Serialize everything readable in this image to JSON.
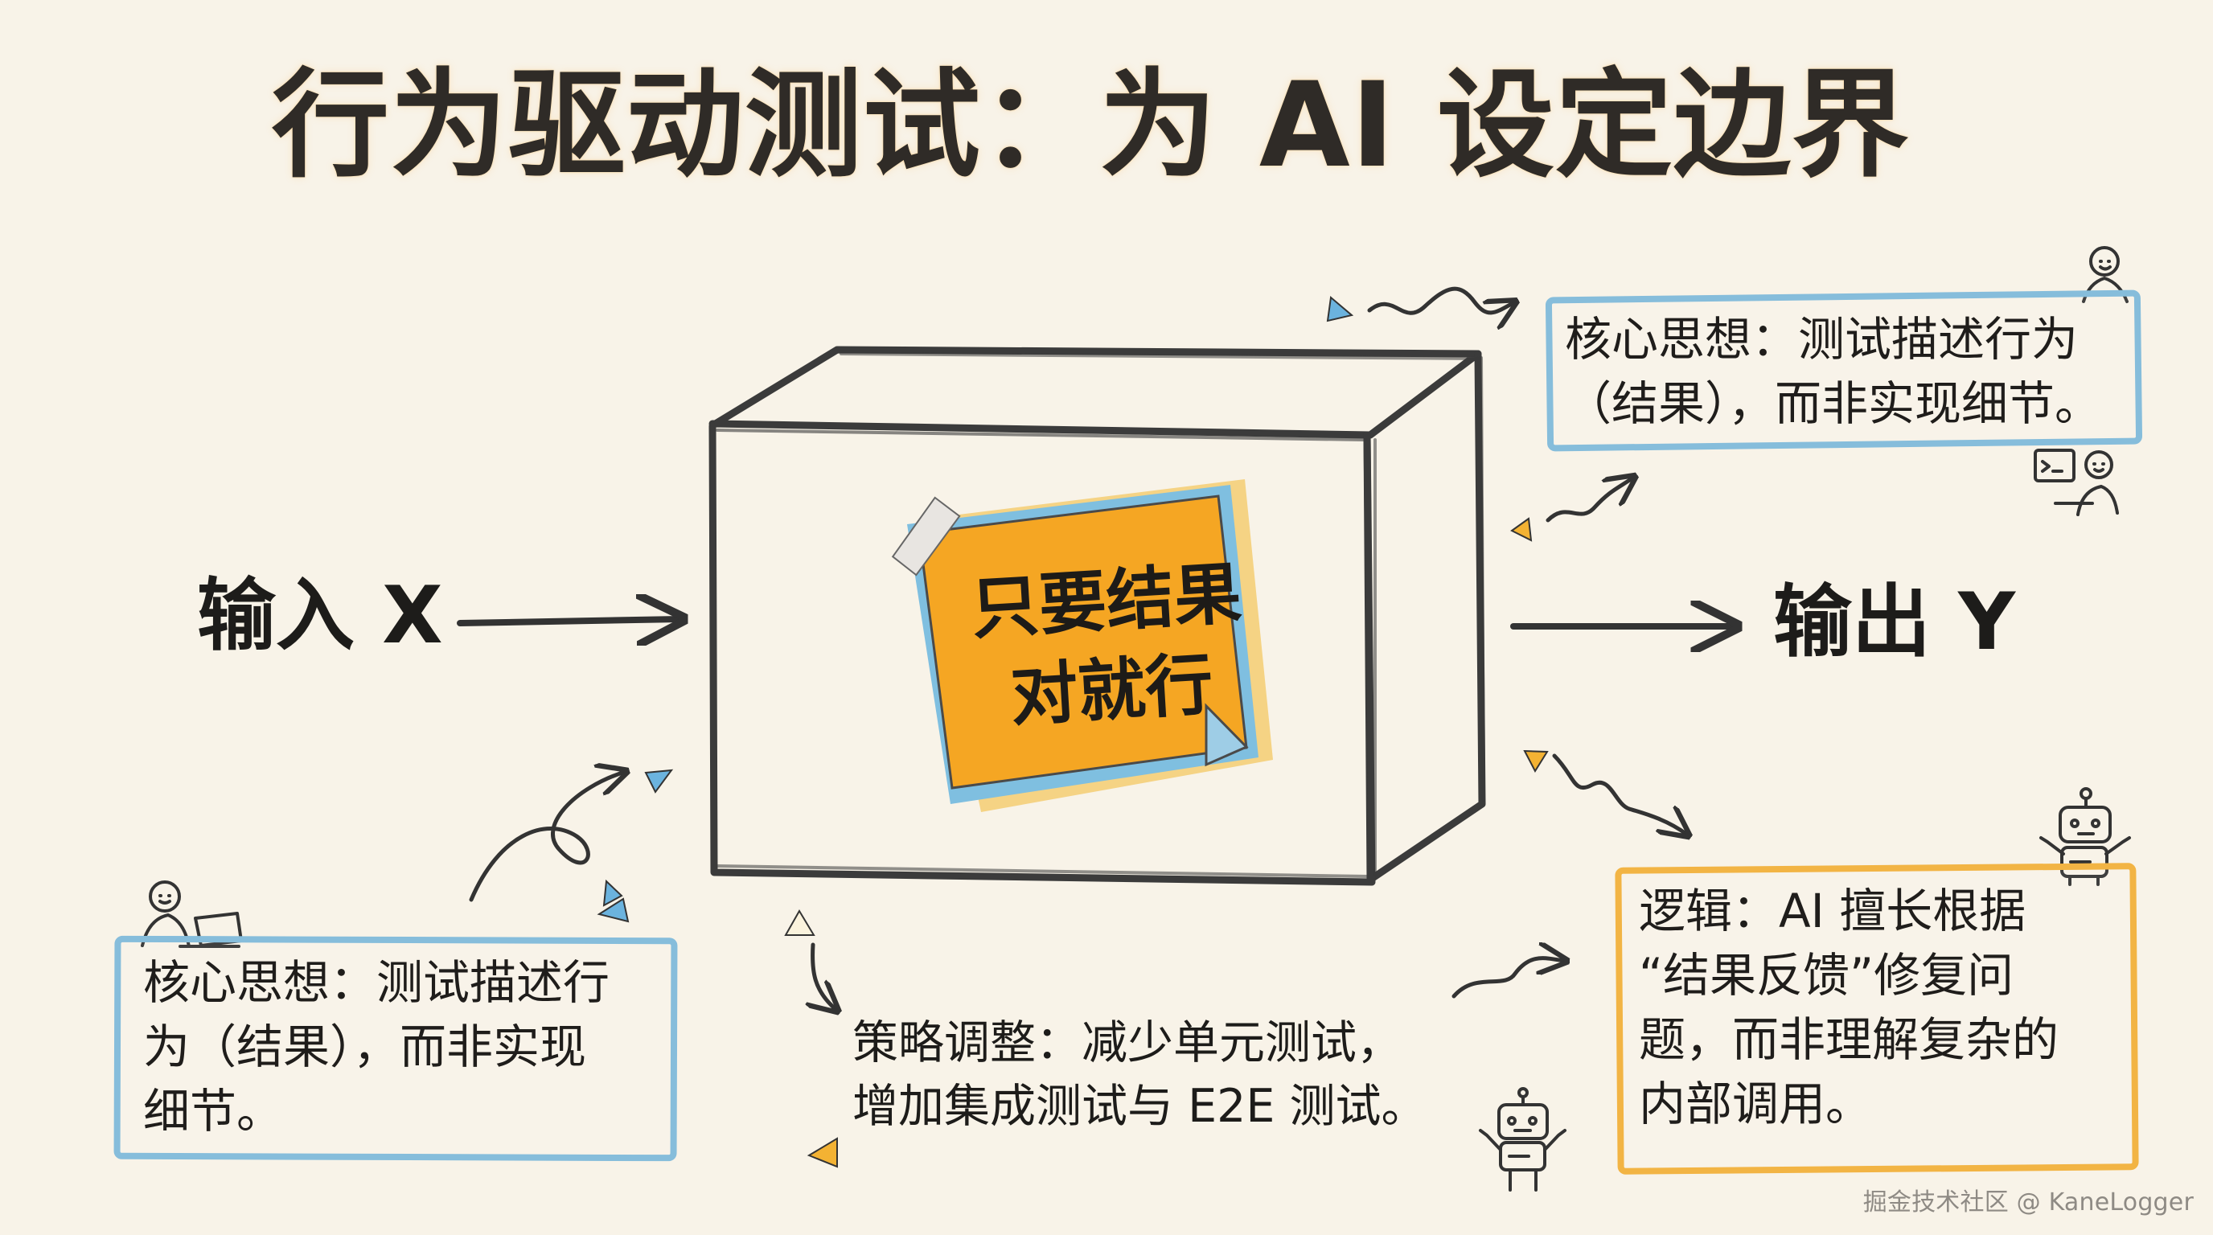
{
  "page": {
    "title": "行为驱动测试：为 AI 设定边界",
    "background_color": "#f8f3e8"
  },
  "labels": {
    "input": "输入 X",
    "output": "输出 Y"
  },
  "sticky_note": {
    "text": "只要结果\n对就行"
  },
  "cards": {
    "top_right": {
      "text": "核心思想：测试描述行为\n（结果），而非实现细节。"
    },
    "bottom_left": {
      "text": "核心思想：测试描述行\n为（结果），而非实现\n细节。"
    },
    "bottom_right": {
      "text": "逻辑：AI 擅长根据\n“结果反馈”修复问\n题，而非理解复杂的\n内部调用。"
    }
  },
  "strategy": {
    "text": "策略调整：减少单元测试，\n增加集成测试与 E2E 测试。"
  },
  "credit": {
    "text": "掘金技术社区 @ KaneLogger"
  },
  "icons": {
    "person_top": "person-icon",
    "person_computer_top": "person-at-computer-icon",
    "person_laptop": "person-with-laptop-icon",
    "robot_right": "robot-icon",
    "robot_bottom": "robot-icon"
  },
  "colors": {
    "blue": "#86bddb",
    "orange": "#f2b444",
    "note_fill": "#f5a623",
    "ink": "#2a2a2a"
  }
}
